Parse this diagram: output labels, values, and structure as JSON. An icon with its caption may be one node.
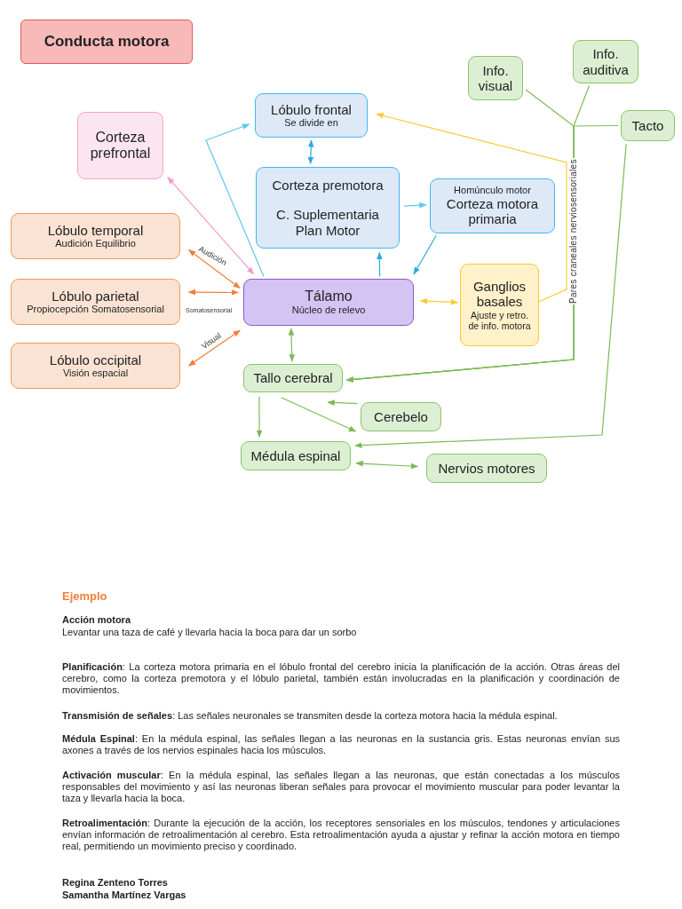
{
  "diagram": {
    "title": "Conducta motora",
    "nodes": [
      {
        "text": [
          "Lóbulo frontal",
          "Se divide en"
        ]
      },
      {
        "text": [
          "Corteza prefrontal"
        ]
      },
      {
        "text": [
          "Corteza premotora",
          "C. Suplementaria Plan Motor"
        ]
      },
      {
        "text": [
          "Homúnculo motor",
          "Corteza motora primaria"
        ]
      },
      {
        "text": [
          "Lóbulo temporal",
          "Audición Equilibrio"
        ]
      },
      {
        "text": [
          "Lóbulo parietal",
          "Propiocepción Somatosensorial"
        ]
      },
      {
        "text": [
          "Lóbulo occipital",
          "Visión espacial"
        ]
      },
      {
        "text": [
          "Tálamo",
          "Núcleo de relevo"
        ]
      },
      {
        "text": [
          "Ganglios basales",
          "Ajuste y retro. de info. motora"
        ]
      },
      {
        "text": [
          "Info. visual"
        ]
      },
      {
        "text": [
          "Info. auditiva"
        ]
      },
      {
        "text": [
          "Tacto"
        ]
      },
      {
        "text": [
          "Tallo cerebral"
        ]
      },
      {
        "text": [
          "Cerebelo"
        ]
      },
      {
        "text": [
          "Médula espinal"
        ]
      },
      {
        "text": [
          "Nervios motores"
        ]
      }
    ],
    "edges": [
      {
        "from": 7,
        "to": 0,
        "arrow": "to",
        "color": "#5ec8f0"
      },
      {
        "from": 0,
        "to": 2,
        "arrow": "both",
        "color": "#29abe2"
      },
      {
        "from": 2,
        "to": 3,
        "arrow": "to",
        "color": "#5ec8f0"
      },
      {
        "from": 3,
        "to": 7,
        "arrow": "to",
        "color": "#29abe2"
      },
      {
        "from": 7,
        "to": 2,
        "arrow": "to",
        "color": "#29abe2"
      },
      {
        "from": 1,
        "to": 7,
        "arrow": "both",
        "color": "#f49ac9"
      },
      {
        "from": 4,
        "to": 7,
        "label": "Audición",
        "arrow": "both",
        "color": "#f0803a"
      },
      {
        "from": 5,
        "to": 7,
        "label": "Somatosensorial",
        "arrow": "both",
        "color": "#f0803a"
      },
      {
        "from": 6,
        "to": 7,
        "label": "Visual",
        "arrow": "both",
        "color": "#f0803a"
      },
      {
        "from": 8,
        "to": 7,
        "arrow": "both",
        "color": "#ffc930"
      },
      {
        "from": 8,
        "to": 0,
        "arrow": "to",
        "color": "#ffc930"
      },
      {
        "from": 7,
        "to": 12,
        "arrow": "both"
      },
      {
        "from": 9,
        "to": 12,
        "arrow": "to"
      },
      {
        "from": 10,
        "to": 12,
        "arrow": "to"
      },
      {
        "from": 11,
        "to": 12,
        "arrow": "to"
      },
      {
        "from": 11,
        "to": 14,
        "arrow": "to"
      },
      {
        "from": 12,
        "to": 14,
        "arrow": "to"
      },
      {
        "from": 12,
        "to": 13,
        "arrow": "to"
      },
      {
        "from": 13,
        "to": 12,
        "arrow": "to"
      },
      {
        "from": 14,
        "to": 15,
        "arrow": "both"
      }
    ],
    "labels": [
      "Pares craneales nerviosensoriales",
      "Ejemplo",
      "Acción motora",
      "Levantar una taza de café y llevarla hacia la boca para dar un sorbo",
      "**Planificación**: La corteza motora primaria en el lóbulo frontal del cerebro inicia la planificación de la acción. Otras áreas del cerebro, como la corteza premotora y el lóbulo parietal, también están involucradas en la planificación y coordinación de movimientos.",
      "**Transmisión de señales**: Las señales neuronales se transmiten desde la corteza motora hacia la médula espinal.",
      "**Médula Espinal**: En la médula espinal, las señales llegan a las neuronas en la sustancia gris. Estas neuronas envían sus axones a través de los nervios espinales hacia los músculos.",
      "**Activación muscular**: En la médula espinal, las señales llegan a las neuronas, que están conectadas a los músculos responsables del movimiento y así las neuronas liberan señales para provocar el movimiento muscular para poder levantar la taza y llevarla hacia la boca.",
      "**Retroalimentación**: Durante la ejecución de la acción, los receptores sensoriales en los músculos, tendones y articulaciones envían información de retroalimentación al cerebro. Esta retroalimentación ayuda a ajustar y refinar la acción motora en tiempo real, permitiendo un movimiento preciso y coordinado.",
      "Regina Zenteno Torres",
      "Samantha Martínez Vargas"
    ]
  }
}
